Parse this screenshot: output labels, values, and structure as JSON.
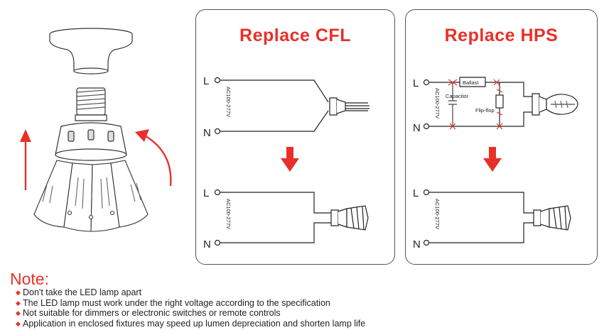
{
  "panels": {
    "cfl": {
      "title": "Replace CFL"
    },
    "hps": {
      "title": "Replace HPS"
    }
  },
  "wiring": {
    "line_label": "L",
    "neutral_label": "N",
    "voltage_label": "AC100-277V",
    "ballast_label": "Ballast",
    "capacitor_label": "Capacitor",
    "flipflop_label": "Flip-flop"
  },
  "notes": {
    "title": "Note:",
    "items": [
      "Don't take the LED lamp apart",
      "The LED lamp must work under the right voltage according to the specification",
      "Not suitable for dimmers or electronic switches or remote controls",
      "Application in enclosed fixtures may speed up lumen depreciation and shorten lamp life"
    ]
  },
  "colors": {
    "accent": "#e8302a",
    "line": "#222222"
  },
  "icons": {
    "arrow": "down-arrow-icon",
    "bullet": "diamond-icon"
  }
}
